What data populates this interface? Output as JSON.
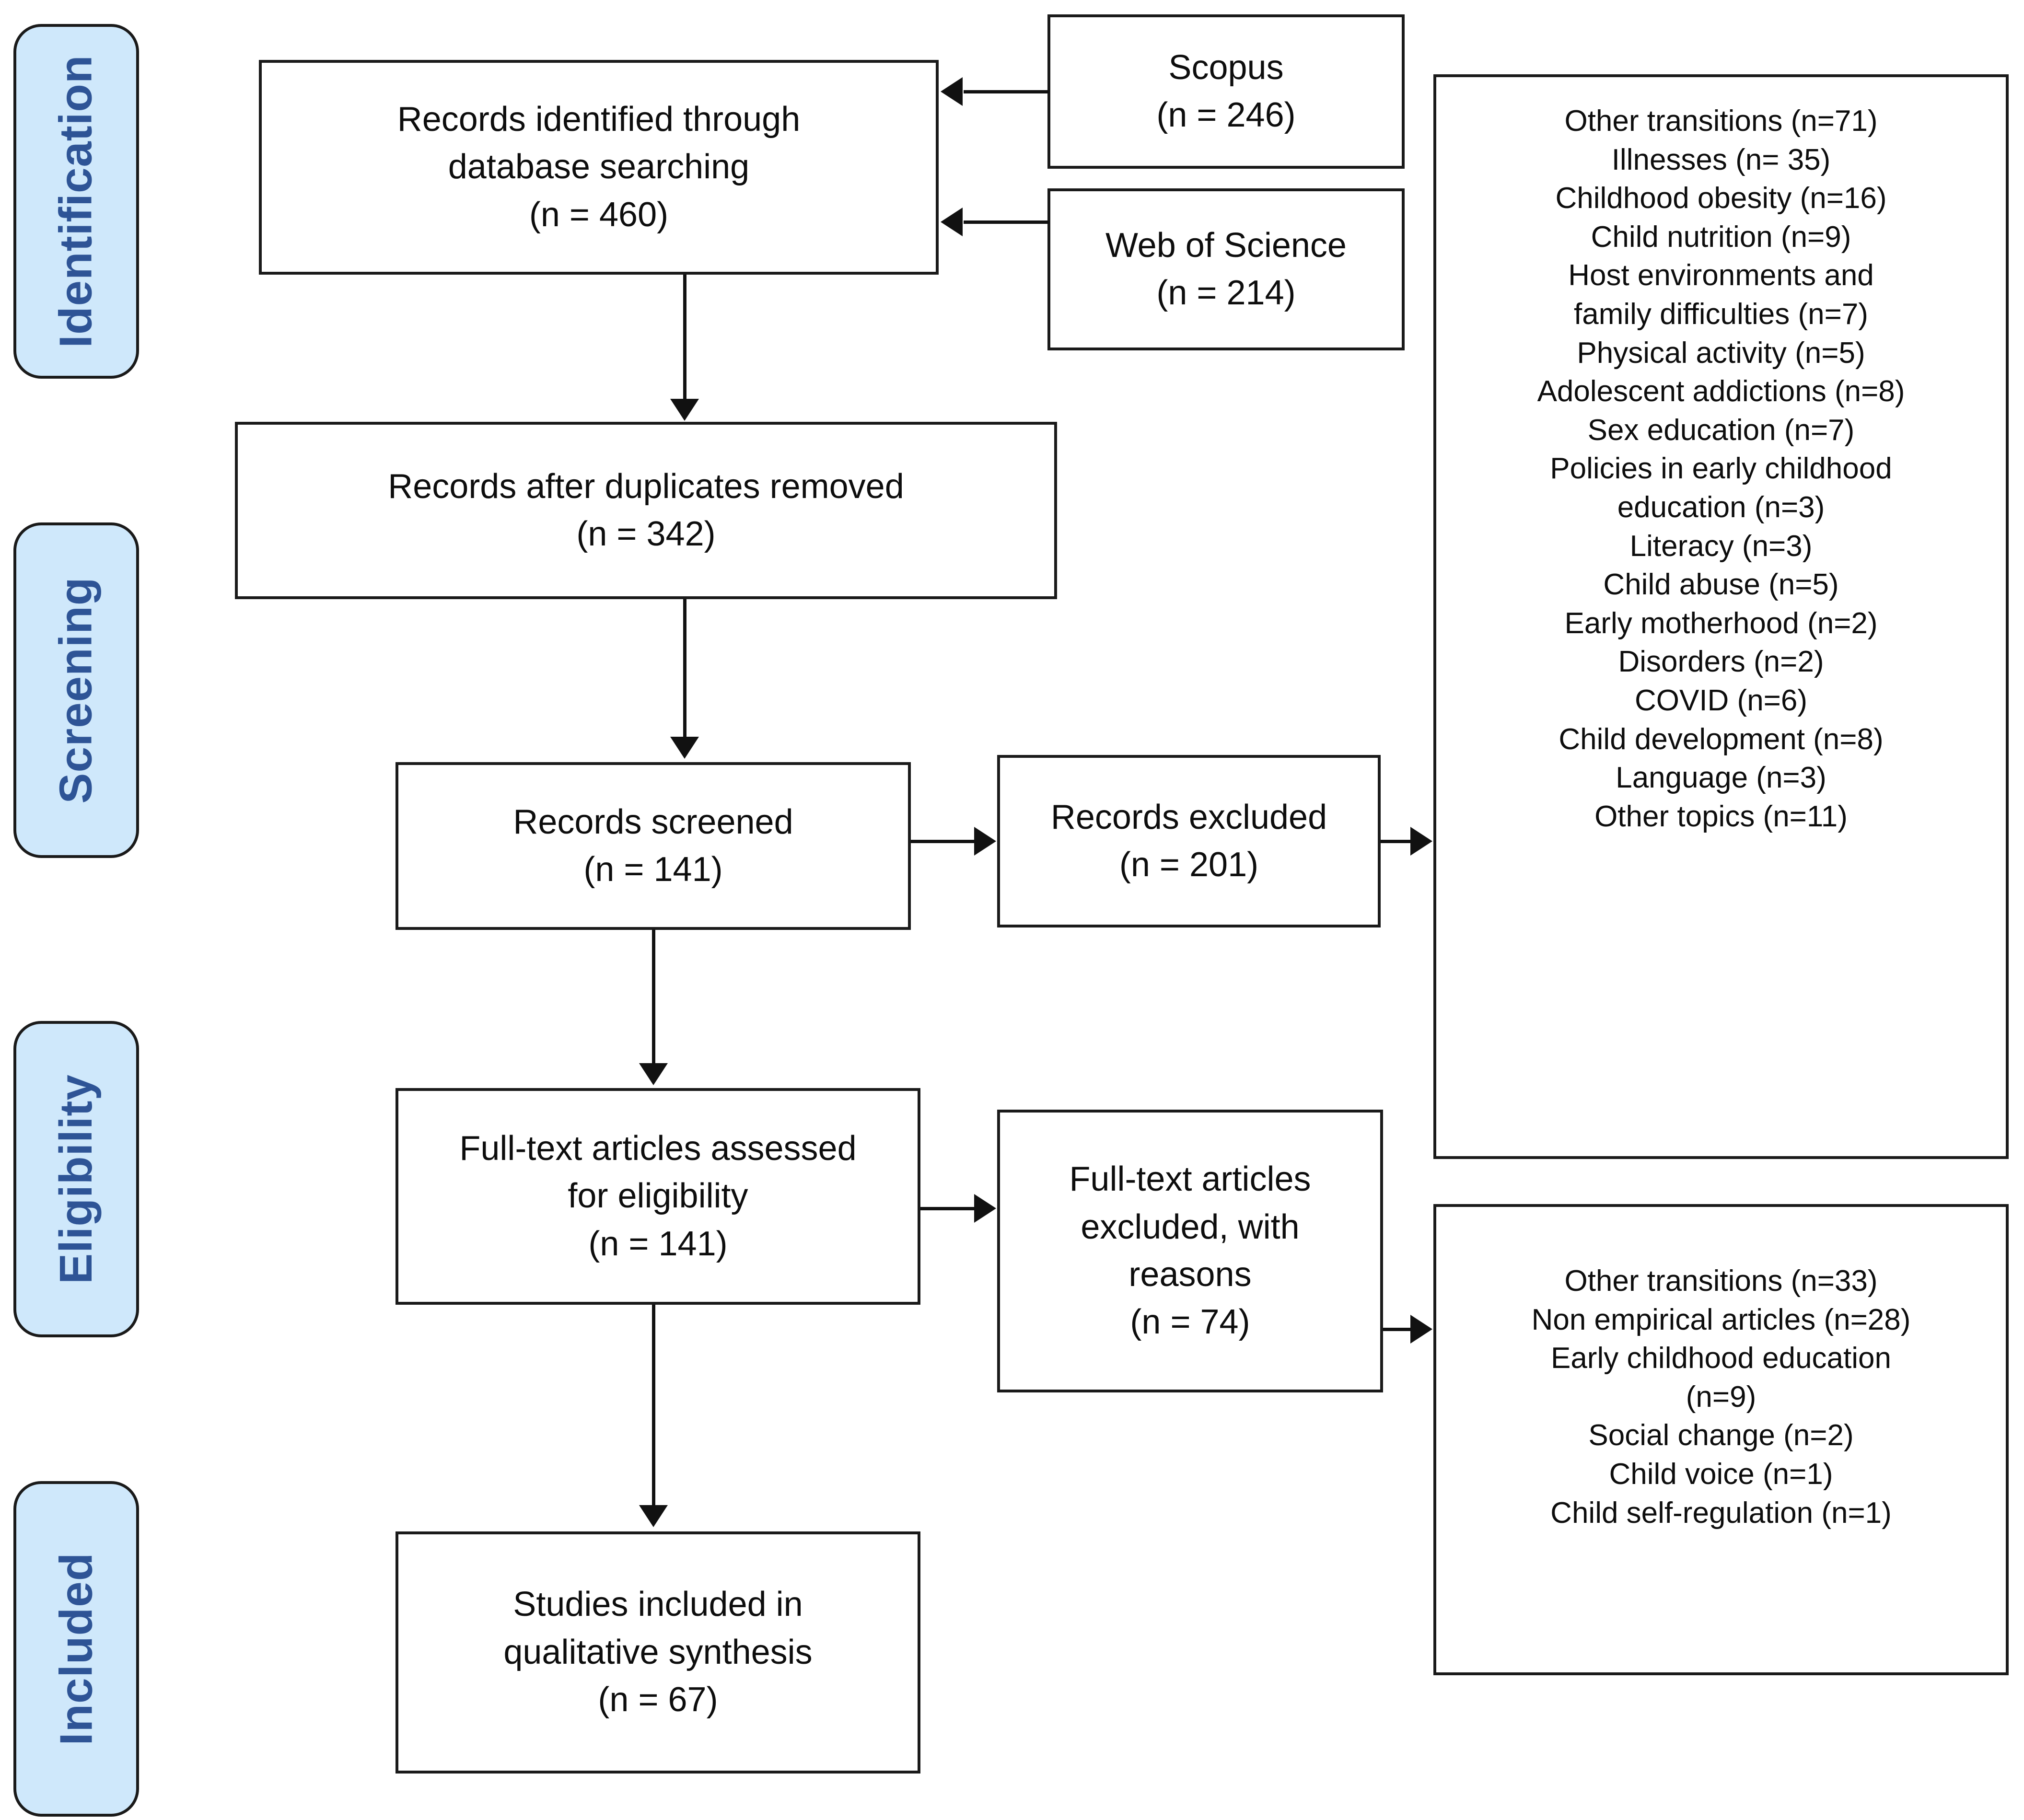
{
  "diagram": {
    "type": "PRISMA flow diagram",
    "stages": [
      {
        "key": "identification",
        "label": "Identification"
      },
      {
        "key": "screening",
        "label": "Screening"
      },
      {
        "key": "eligibility",
        "label": "Eligibility"
      },
      {
        "key": "included",
        "label": "Included"
      }
    ],
    "colors": {
      "stage_fill": "#cfe8fb",
      "stage_text": "#2e5496",
      "box_border": "#1a1a1a",
      "box_fill": "#ffffff",
      "text": "#0d0d0d"
    },
    "boxes": {
      "records_identified": {
        "line1": "Records identified through",
        "line2": "database searching",
        "count_label": "(n = 460)",
        "full": "Records identified through\ndatabase searching\n(n = 460)"
      },
      "scopus": {
        "name": "Scopus",
        "count_label": "(n = 246)",
        "full": "Scopus\n(n = 246)"
      },
      "web_of_science": {
        "name": "Web of Science",
        "count_label": "(n = 214)",
        "full": "Web of Science\n(n = 214)"
      },
      "duplicates_removed": {
        "title": "Records after duplicates removed",
        "count_label": "(n = 342)",
        "full": "Records after duplicates removed\n(n = 342)"
      },
      "records_screened": {
        "title": "Records screened",
        "count_label": "(n = 141)",
        "full": "Records screened\n(n = 141)"
      },
      "records_excluded": {
        "title": "Records excluded",
        "count_label": "(n = 201)",
        "full": "Records excluded\n(n = 201)"
      },
      "fulltext_assessed": {
        "line1": "Full-text articles assessed",
        "line2": "for eligibility",
        "count_label": "(n = 141)",
        "full": "Full-text articles assessed\nfor eligibility\n(n = 141)"
      },
      "fulltext_excluded": {
        "line1": "Full-text articles",
        "line2": "excluded, with",
        "line3": "reasons",
        "count_label": "(n = 74)",
        "full": "Full-text articles\nexcluded, with\nreasons\n(n = 74)"
      },
      "studies_included": {
        "line1": "Studies included in",
        "line2": "qualitative synthesis",
        "count_label": "(n = 67)",
        "full": "Studies included in\nqualitative synthesis\n(n = 67)"
      }
    },
    "screening_exclusion_reasons": [
      "Other transitions (n=71)",
      "Illnesses (n= 35)",
      "Childhood obesity (n=16)",
      "Child nutrition (n=9)",
      "Host environments and\nfamily difficulties (n=7)",
      "Physical activity (n=5)",
      "Adolescent addictions (n=8)",
      "Sex education (n=7)",
      "Policies in early childhood\neducation (n=3)",
      "Literacy (n=3)",
      "Child abuse (n=5)",
      "Early motherhood (n=2)",
      "Disorders (n=2)",
      "COVID (n=6)",
      "Child development (n=8)",
      "Language (n=3)",
      "Other topics (n=11)"
    ],
    "eligibility_exclusion_reasons": [
      "Other transitions (n=33)",
      "Non empirical articles (n=28)",
      "Early childhood education\n(n=9)",
      "Social change (n=2)",
      "Child voice (n=1)",
      "Child self-regulation (n=1)"
    ]
  }
}
